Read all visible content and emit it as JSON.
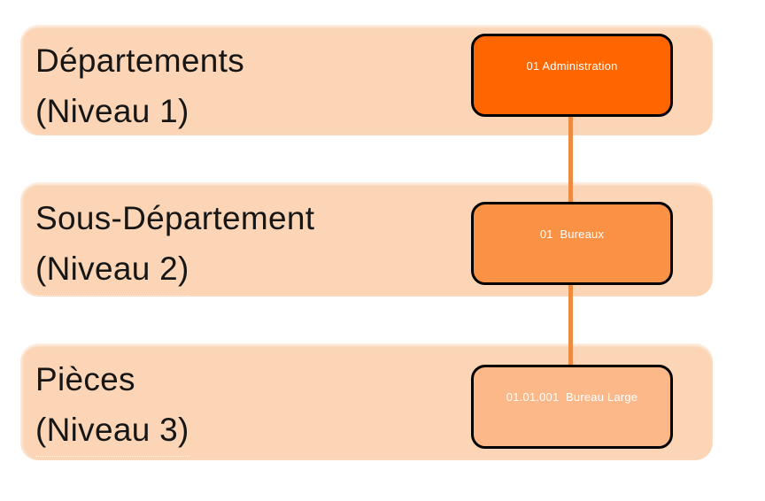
{
  "colors": {
    "band_fill": "#FBD5B5",
    "node1_fill": "#FF6600",
    "node2_fill": "#FA9245",
    "node3_fill": "#FCB888",
    "node_border": "#000000",
    "node_text": "#FFFFFF",
    "label_text": "#161616",
    "connector": "#ED8B40"
  },
  "diagram": {
    "levels": [
      {
        "label_line1": "Départements",
        "label_line2": "(Niveau 1)",
        "node_label": "01 Administration"
      },
      {
        "label_line1": "Sous-Département",
        "label_line2": "(Niveau 2)",
        "node_label": "01  Bureaux"
      },
      {
        "label_line1": "Pièces",
        "label_line2": "(Niveau 3)",
        "node_label": "01.01.001  Bureau Large"
      }
    ]
  }
}
